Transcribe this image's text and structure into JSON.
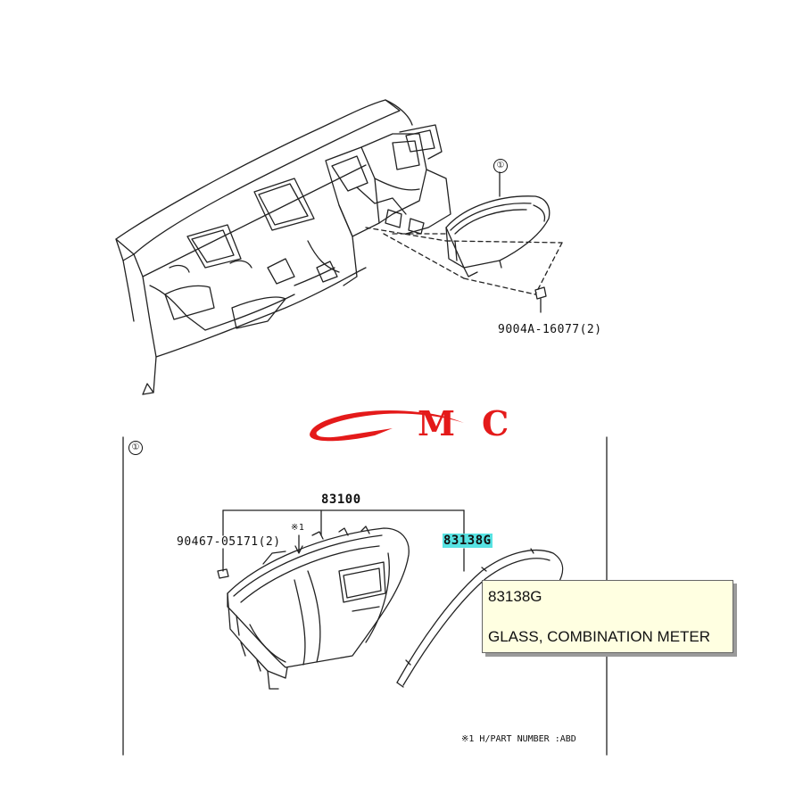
{
  "diagram": {
    "top": {
      "callout_number": "①",
      "bolt_label": "9004A-16077(2)"
    },
    "logo": {
      "letters": [
        "M",
        "C"
      ],
      "color": "#e41a1a"
    },
    "detail": {
      "callout_number": "①",
      "assembly_label": "83100",
      "screw_label": "90467-05171(2)",
      "star_label": "※1",
      "glass_label": "83138G",
      "footnote": "※1 H/PART NUMBER :ABD"
    },
    "tooltip": {
      "part_number": "83138G",
      "description": "GLASS, COMBINATION METER",
      "background": "#ffffe1"
    },
    "highlight_color": "#57e3e3"
  }
}
